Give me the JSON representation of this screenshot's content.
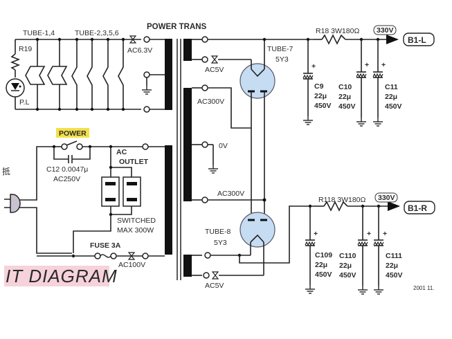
{
  "diagram": {
    "title_fragment": "IT DIAGRAM",
    "date_mark": "2001 11.",
    "side_char": "抵",
    "colors": {
      "tube_fill": "#c5dcf2",
      "power_highlight": "#f3e04a",
      "banner_bg": "#f6d2db",
      "line": "#222222"
    },
    "heater_section": {
      "r19_label": "R19",
      "pilot_lamp_label": "P.L",
      "tube_group_a": "TUBE-1,4",
      "tube_group_b": "TUBE-2,3,5,6",
      "heater_voltage": "AC6.3V"
    },
    "transformer": {
      "label": "POWER TRANS",
      "secondaries": {
        "ac5v_top": "AC5V",
        "ac300v_top": "AC300V",
        "center_tap": "0V",
        "ac300v_bottom": "AC300V",
        "ac5v_bottom": "AC5V"
      }
    },
    "primary_section": {
      "power_switch_label": "POWER",
      "c12_label": "C12  0.0047μ",
      "c12_rating": "AC250V",
      "outlet_label_1": "AC",
      "outlet_label_2": "OUTLET",
      "switched_label": "SWITCHED",
      "max_label": "MAX 300W",
      "fuse_label": "FUSE 3A",
      "mains_voltage": "AC100V"
    },
    "rectifiers": [
      {
        "name": "TUBE-7",
        "type": "5Y3"
      },
      {
        "name": "TUBE-8",
        "type": "5Y3"
      }
    ],
    "filter_left": {
      "resistor": "R18 3W180Ω",
      "voltage": "330V",
      "output": "B1-L",
      "caps": [
        {
          "ref": "C9",
          "value": "22μ",
          "rating": "450V"
        },
        {
          "ref": "C10",
          "value": "22μ",
          "rating": "450V"
        },
        {
          "ref": "C11",
          "value": "22μ",
          "rating": "450V"
        }
      ]
    },
    "filter_right": {
      "resistor": "R118 3W180Ω",
      "voltage": "330V",
      "output": "B1-R",
      "caps": [
        {
          "ref": "C109",
          "value": "22μ",
          "rating": "450V"
        },
        {
          "ref": "C110",
          "value": "22μ",
          "rating": "450V"
        },
        {
          "ref": "C111",
          "value": "22μ",
          "rating": "450V"
        }
      ]
    }
  }
}
